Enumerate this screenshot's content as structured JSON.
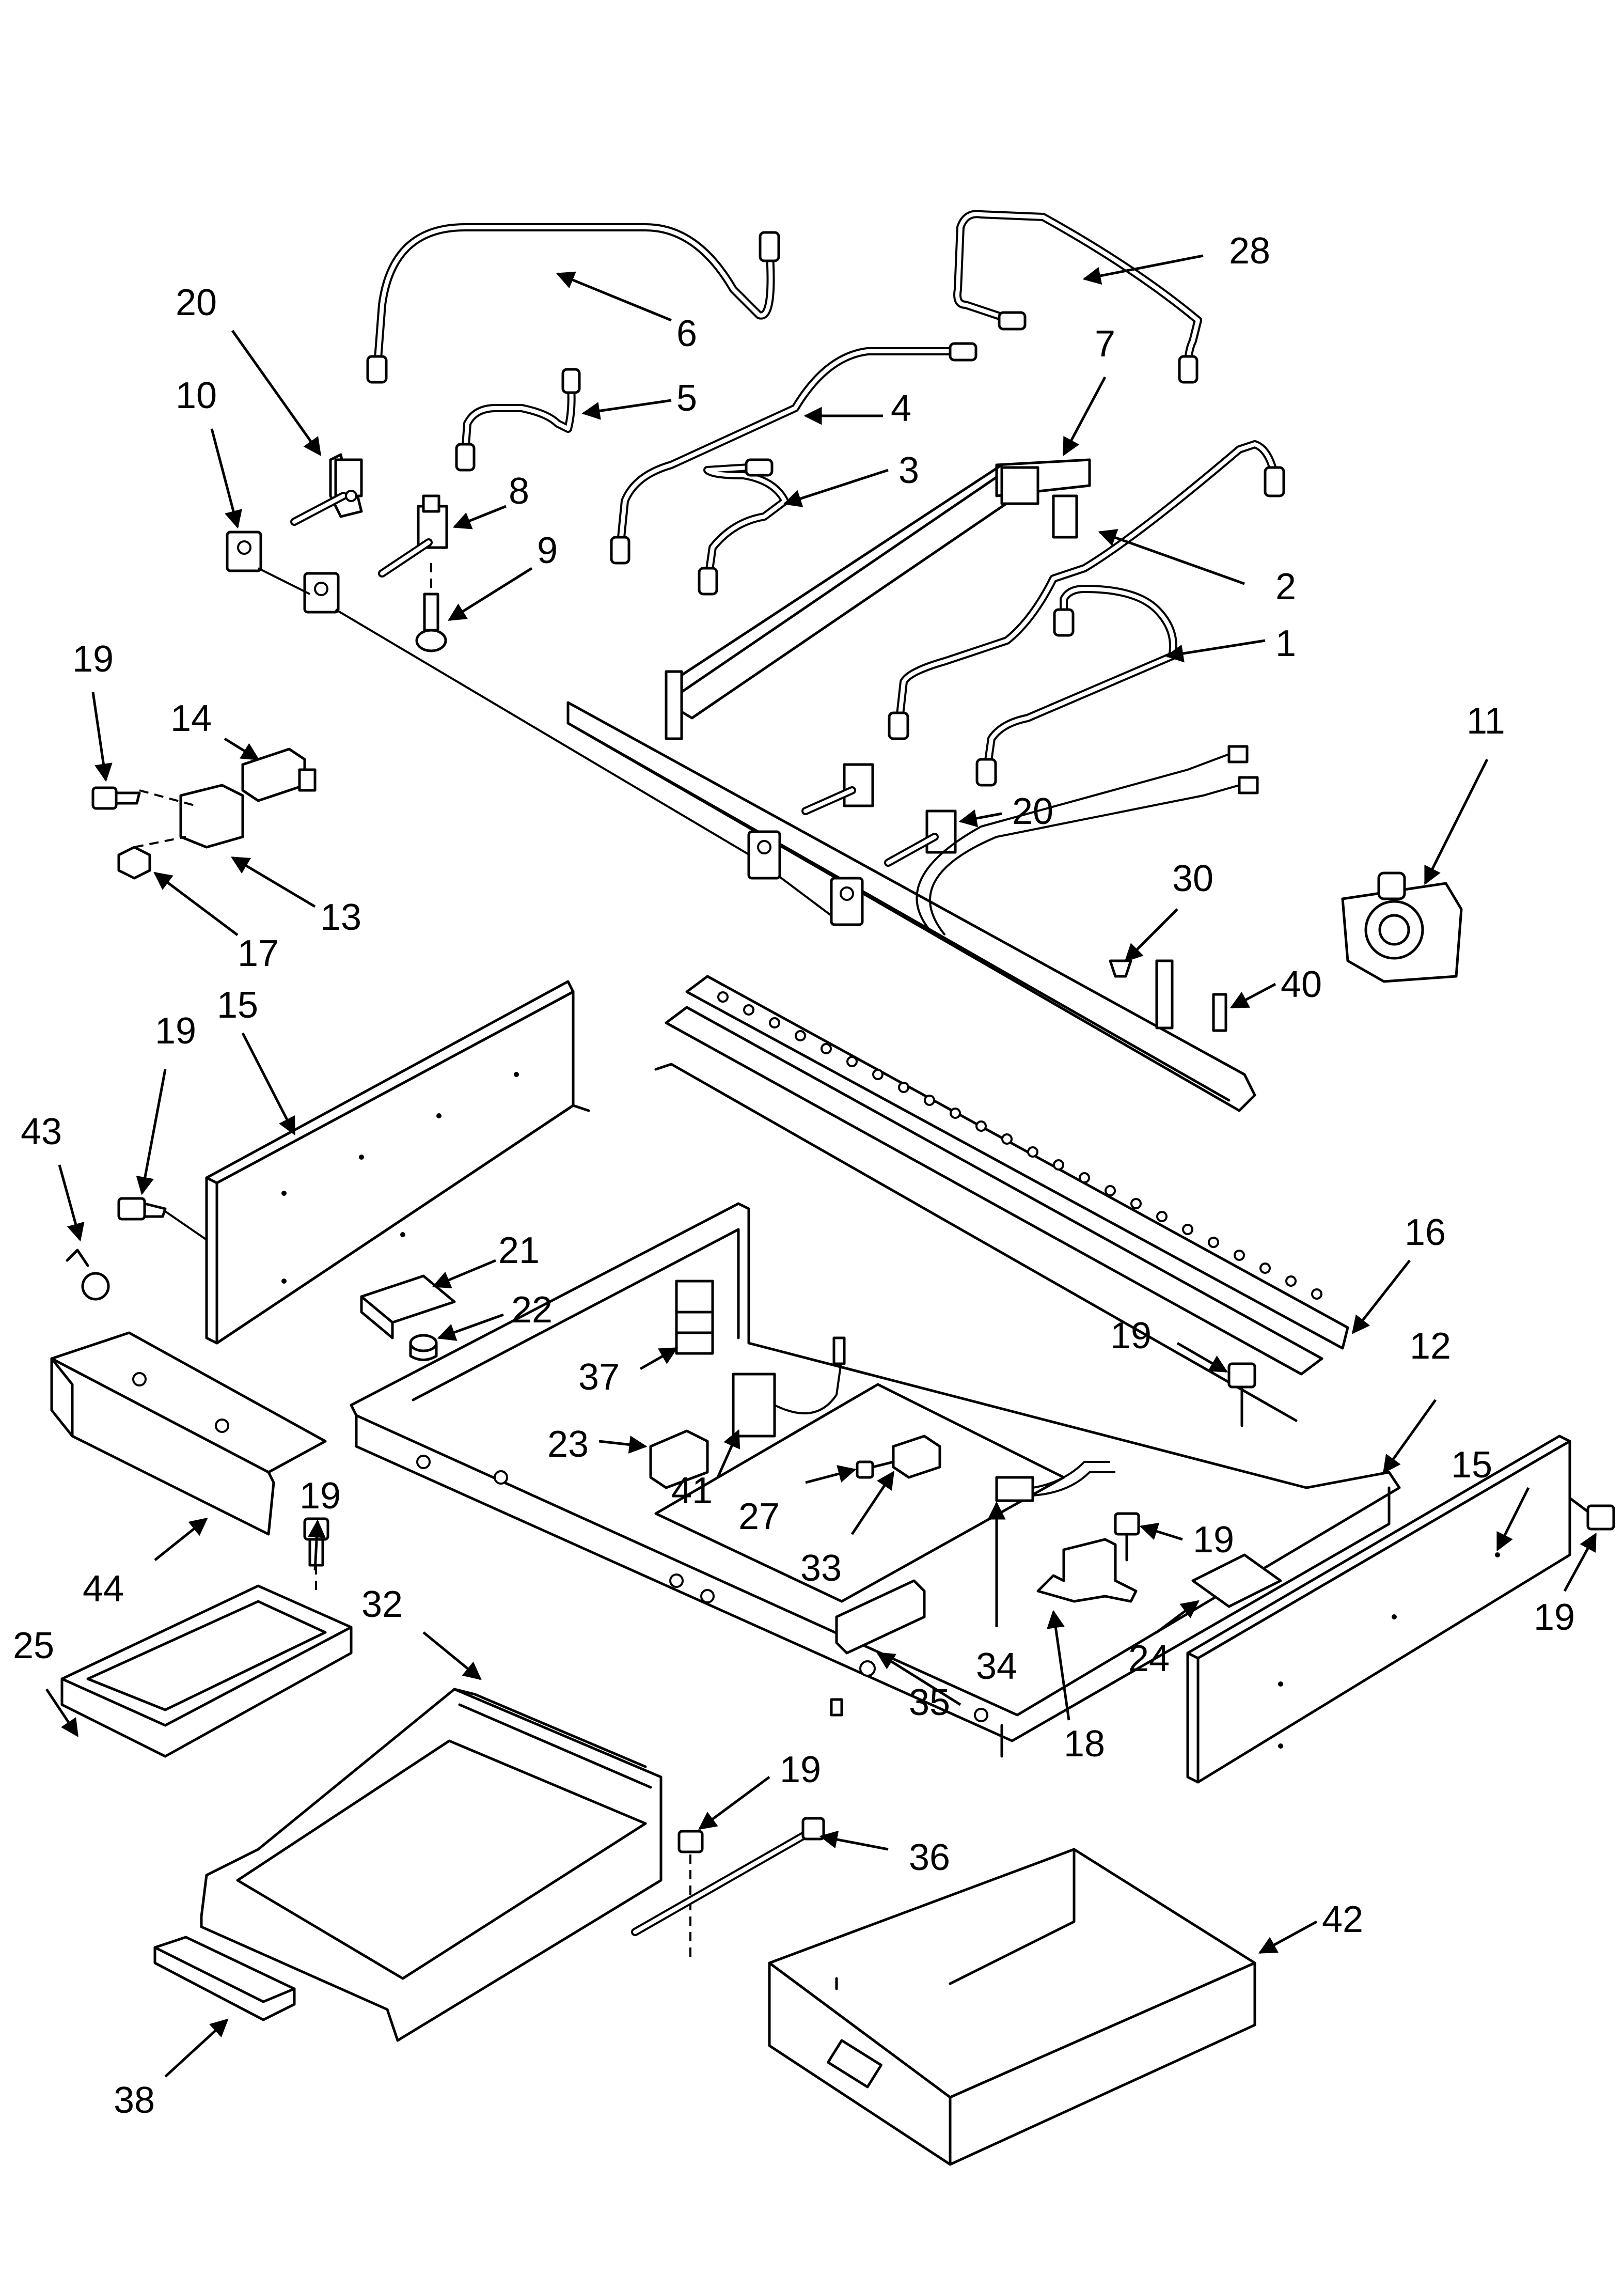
{
  "callouts": [
    {
      "id": "c-28",
      "label": "28"
    },
    {
      "id": "c-20a",
      "label": "20"
    },
    {
      "id": "c-6",
      "label": "6"
    },
    {
      "id": "c-10",
      "label": "10"
    },
    {
      "id": "c-5",
      "label": "5"
    },
    {
      "id": "c-4",
      "label": "4"
    },
    {
      "id": "c-7",
      "label": "7"
    },
    {
      "id": "c-3",
      "label": "3"
    },
    {
      "id": "c-8",
      "label": "8"
    },
    {
      "id": "c-9",
      "label": "9"
    },
    {
      "id": "c-2",
      "label": "2"
    },
    {
      "id": "c-1",
      "label": "1"
    },
    {
      "id": "c-19a",
      "label": "19"
    },
    {
      "id": "c-14",
      "label": "14"
    },
    {
      "id": "c-11",
      "label": "11"
    },
    {
      "id": "c-20b",
      "label": "20"
    },
    {
      "id": "c-13",
      "label": "13"
    },
    {
      "id": "c-30",
      "label": "30"
    },
    {
      "id": "c-17",
      "label": "17"
    },
    {
      "id": "c-15a",
      "label": "15"
    },
    {
      "id": "c-40",
      "label": "40"
    },
    {
      "id": "c-19b",
      "label": "19"
    },
    {
      "id": "c-43",
      "label": "43"
    },
    {
      "id": "c-16",
      "label": "16"
    },
    {
      "id": "c-21",
      "label": "21"
    },
    {
      "id": "c-22",
      "label": "22"
    },
    {
      "id": "c-19c",
      "label": "19"
    },
    {
      "id": "c-12",
      "label": "12"
    },
    {
      "id": "c-37",
      "label": "37"
    },
    {
      "id": "c-23",
      "label": "23"
    },
    {
      "id": "c-15b",
      "label": "15"
    },
    {
      "id": "c-41",
      "label": "41"
    },
    {
      "id": "c-19d",
      "label": "19"
    },
    {
      "id": "c-27",
      "label": "27"
    },
    {
      "id": "c-19e",
      "label": "19"
    },
    {
      "id": "c-44",
      "label": "44"
    },
    {
      "id": "c-33",
      "label": "33"
    },
    {
      "id": "c-25",
      "label": "25"
    },
    {
      "id": "c-32",
      "label": "32"
    },
    {
      "id": "c-34",
      "label": "34"
    },
    {
      "id": "c-24",
      "label": "24"
    },
    {
      "id": "c-35",
      "label": "35"
    },
    {
      "id": "c-18",
      "label": "18"
    },
    {
      "id": "c-19f",
      "label": "19"
    },
    {
      "id": "c-19g",
      "label": "19"
    },
    {
      "id": "c-36",
      "label": "36"
    },
    {
      "id": "c-42",
      "label": "42"
    },
    {
      "id": "c-38",
      "label": "38"
    }
  ]
}
